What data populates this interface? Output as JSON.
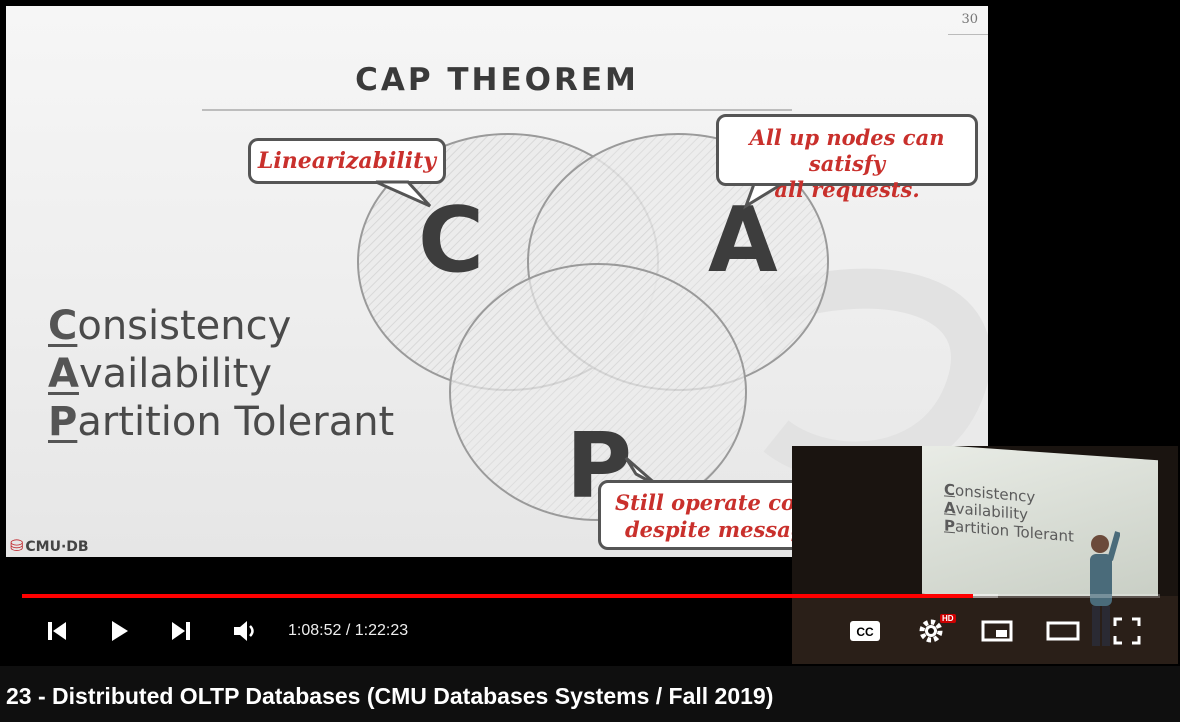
{
  "slide": {
    "number": "30",
    "title": "CAP THEOREM",
    "letters": {
      "c": "C",
      "a": "A",
      "p": "P"
    },
    "bubbles": {
      "c": "Linearizability",
      "a_line1": "All up nodes can satisfy",
      "a_line2": "all requests.",
      "p_line1": "Still operate corre",
      "p_line2": "despite message l"
    },
    "list": [
      {
        "first": "C",
        "rest": "onsistency"
      },
      {
        "first": "A",
        "rest": "vailability"
      },
      {
        "first": "P",
        "rest": "artition Tolerant"
      }
    ],
    "logo": "CMU·DB",
    "accent_color": "#c9302c"
  },
  "pip": {
    "text_line1_first": "C",
    "text_line1_rest": "onsistency",
    "text_line2_first": "A",
    "text_line2_rest": "vailability",
    "text_line3_first": "P",
    "text_line3_rest": "artition Tolerant"
  },
  "player": {
    "current_time": "1:08:52",
    "separator": " / ",
    "duration": "1:22:23",
    "progress_fraction": 0.836,
    "buffered_fraction": 0.858,
    "progress_color": "#ff0000",
    "hd_badge": "HD",
    "cc_label": "CC",
    "icons": [
      "previous-icon",
      "play-icon",
      "next-icon",
      "volume-icon",
      "captions-icon",
      "settings-icon",
      "miniplayer-icon",
      "theater-icon",
      "fullscreen-icon"
    ]
  },
  "video": {
    "title": "23 - Distributed OLTP Databases (CMU Databases Systems / Fall 2019)"
  }
}
